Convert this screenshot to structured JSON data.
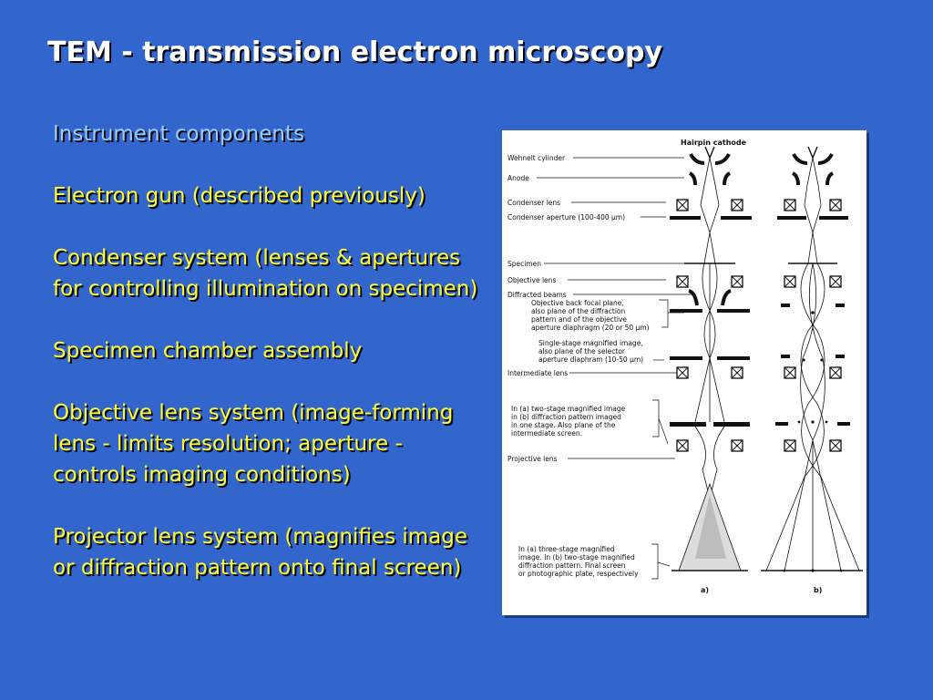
{
  "slide": {
    "title": "TEM - transmission electron microscopy",
    "subheading": "Instrument components",
    "items": [
      "Electron gun (described previously)",
      "Condenser system (lenses & apertures for controlling illumination on specimen)",
      "Specimen chamber assembly",
      "Objective lens system (image-forming lens - limits resolution; aperture - controls imaging conditions)",
      "Projector lens system (magnifies image or diffraction pattern onto final screen)"
    ]
  },
  "diagram": {
    "labels": {
      "hairpin": "Hairpin cathode",
      "wehnelt": "Wehnelt cylinder",
      "anode": "Anode",
      "condenser_lens": "Condenser lens",
      "condenser_aperture": "Condenser aperture (100-400 μm)",
      "specimen": "Specimen",
      "objective_lens": "Objective lens",
      "diffracted_beams": "Diffracted beams",
      "back_focal_1": "Objective back focal plane,",
      "back_focal_2": "also plane of the diffraction",
      "back_focal_3": "pattern and of the objective",
      "back_focal_4": "aperture diaphragm (20 or 50 μm)",
      "single_stage_1": "Single-stage magnified image,",
      "single_stage_2": "also plane of the selector",
      "single_stage_3": "aperture diaphram (10-50 μm)",
      "intermediate_lens": "Intermediate lens",
      "two_stage_1": "In (a) two-stage magnified image",
      "two_stage_2": "in (b) diffraction pattern imaged",
      "two_stage_3": "in one stage. Also plane of the",
      "two_stage_4": "intermediate screen.",
      "projective_lens": "Projective lens",
      "three_stage_1": "In (a) three-stage magnified",
      "three_stage_2": "image. In (b) two-stage magnified",
      "three_stage_3": "diffraction pattern. Final screen",
      "three_stage_4": "or photographic plate, respectively",
      "panel_a": "a)",
      "panel_b": "b)"
    }
  }
}
